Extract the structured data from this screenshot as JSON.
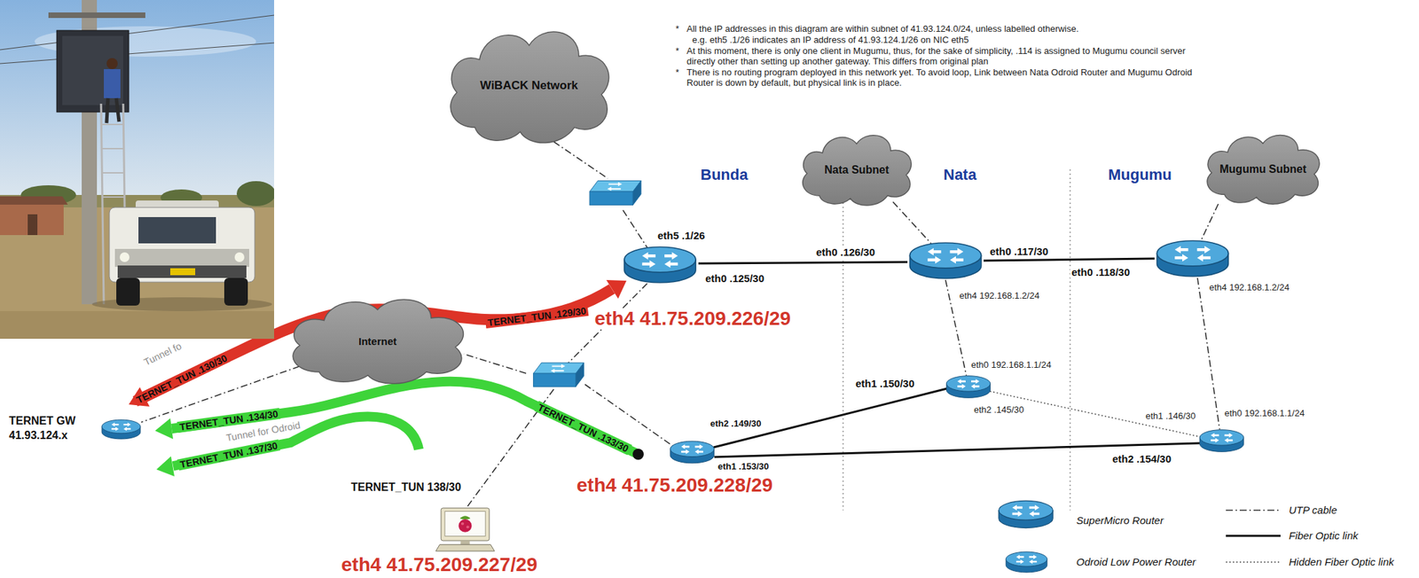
{
  "diagram": {
    "nodes": [
      {
        "text": [
          "WiBACK Network"
        ]
      },
      {
        "text": [
          "Nata Subnet"
        ]
      },
      {
        "text": [
          "Mugumu Subnet"
        ]
      },
      {
        "text": [
          "Internet"
        ]
      },
      {
        "text": [
          "TERNET GW",
          "41.93.124.x"
        ]
      }
    ],
    "edges": [
      {
        "from": 3,
        "to": 4,
        "arrow": "none"
      }
    ],
    "labels": [
      "*",
      "All the IP addresses in this diagram are within subnet of 41.93.124.0/24, unless labelled otherwise.",
      "e.g. eth5 .1/26 indicates an IP address of 41.93.124.1/26 on NIC eth5",
      "*",
      "At this moment, there is only one client in Mugumu, thus, for the sake of simplicity, .114 is assigned to Mugumu council server directly other than setting up another gateway. This differs from original plan",
      "*",
      "There is no routing program deployed in this network yet. To avoid loop, Link between Nata Odroid Router and Mugumu Odroid Router is down by default, but physical link is in place.",
      "Bunda",
      "Nata",
      "Mugumu",
      "eth5 .1/26",
      "eth0 .125/30",
      "eth0 .126/30",
      "eth0 .117/30",
      "eth0 .118/30",
      "eth4 192.168.1.2/24",
      "eth4 192.168.1.2/24",
      "TERNET_TUN .129/30",
      "eth4 41.75.209.226/29",
      "Tunnel fo",
      "TERNET_TUN .130/30",
      "TERNET_TUN .134/30",
      "Tunnel for Odroid",
      "TERNET_TUN .137/30",
      "TERNET_TUN .133/30",
      "eth0 192.168.1.1/24",
      "eth1 .150/30",
      "eth2 .145/30",
      "eth1 .146/30",
      "eth0 192.168.1.1/24",
      "eth2 .149/30",
      "eth1 .153/30",
      "eth2 .154/30",
      "eth4 41.75.209.228/29",
      "TERNET_TUN 138/30",
      "eth4 41.75.209.227/29"
    ],
    "legend": [
      {
        "text": "SuperMicro Router"
      },
      {
        "text": "UTP cable"
      },
      {
        "text": "Fiber Optic link"
      },
      {
        "text": "Odroid Low Power Router"
      },
      {
        "text": "Hidden Fiber Optic link"
      }
    ]
  }
}
